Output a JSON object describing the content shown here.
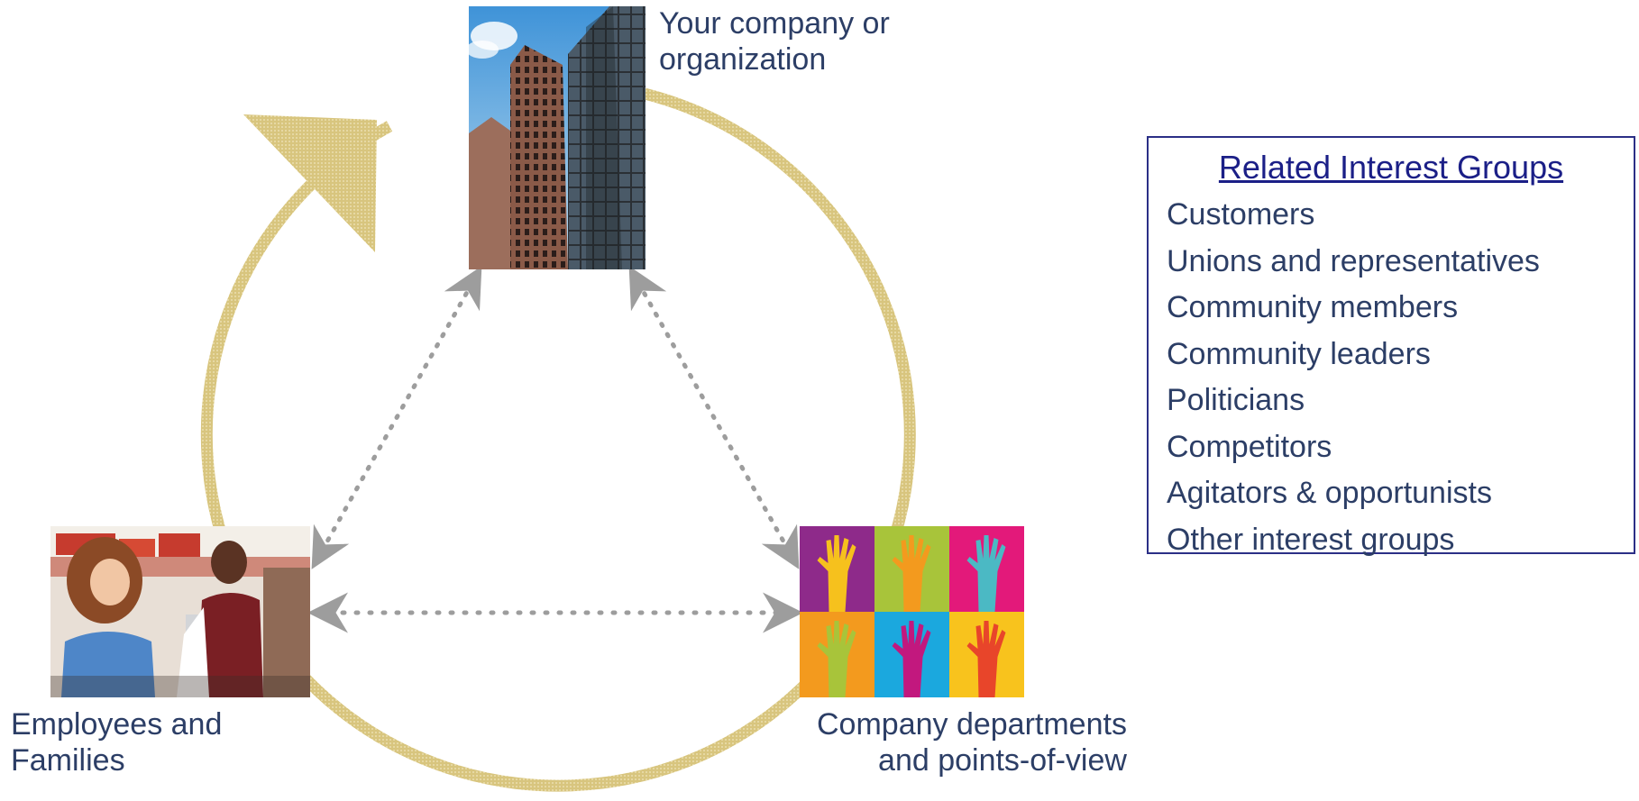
{
  "diagram": {
    "nodes": {
      "company": {
        "label_lines": [
          "Your company or",
          "organization"
        ],
        "image": "office-buildings-photo"
      },
      "employees": {
        "label_lines": [
          "Employees and",
          "Families"
        ],
        "image": "cashier-and-employee-photo"
      },
      "departments": {
        "label_lines": [
          "Company departments",
          "and points-of-view"
        ],
        "image": "raised-hands-collage"
      }
    },
    "cycle": {
      "direction": "clockwise",
      "color": "#d8c57e"
    },
    "connectors": {
      "style": "dotted-double-arrow",
      "color": "#9d9d9d",
      "links": [
        [
          "company",
          "employees"
        ],
        [
          "company",
          "departments"
        ],
        [
          "employees",
          "departments"
        ]
      ]
    }
  },
  "interest_groups": {
    "title": "Related Interest Groups",
    "border_color": "#2b2f86",
    "items": [
      "Customers",
      "Unions and representatives",
      "Community members",
      "Community leaders",
      "Politicians",
      "Competitors",
      "Agitators & opportunists",
      "Other interest groups"
    ]
  },
  "colors": {
    "text": "#2c3e66",
    "title_link": "#1b1f87",
    "hands_tiles": [
      "#8e2a8a",
      "#a8c43a",
      "#e3197a",
      "#f39a1e",
      "#1ba8de",
      "#f8c31d"
    ],
    "hands_arms": [
      "#f6c11d",
      "#f39a1e",
      "#4bb9c4",
      "#a8c43a",
      "#c2187e",
      "#e8452a"
    ]
  }
}
